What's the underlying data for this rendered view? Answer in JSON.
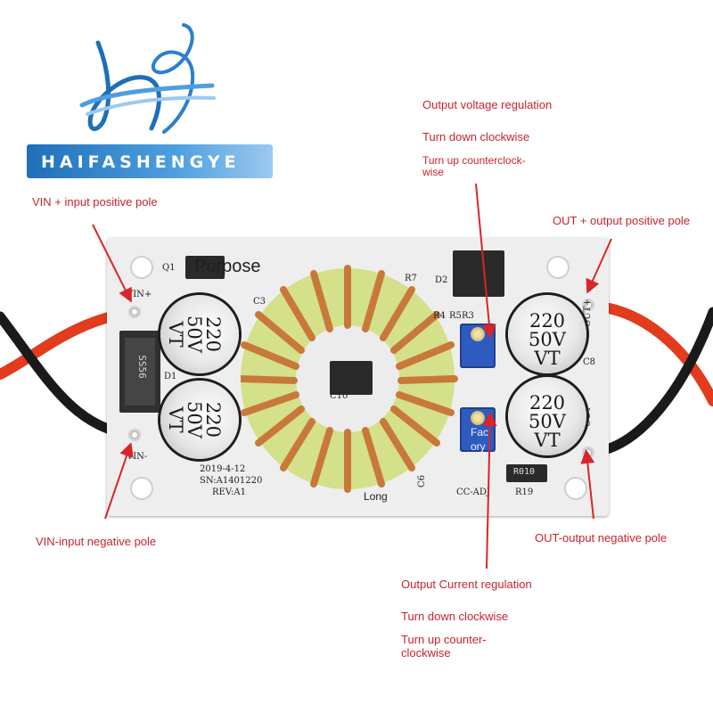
{
  "logo": {
    "brand_text": "HAIFASHENGYE",
    "color": "#2a7fd0"
  },
  "labels": {
    "vin_positive": "VIN + input positive pole",
    "vin_negative": "VIN-input negative pole",
    "out_positive": "OUT + output positive pole",
    "out_negative": "OUT-output negative pole",
    "voltage_title": "Output voltage regulation",
    "voltage_down": "Turn down clockwise",
    "voltage_up_line1": "Turn up counterclock-",
    "voltage_up_line2": "wise",
    "current_title": "Output Current regulation",
    "current_down": "Turn down clockwise",
    "current_up_line1": "Turn up counter-",
    "current_up_line2": "clockwise"
  },
  "overlay": {
    "purpose": "Purpose",
    "long": "Long",
    "factory_1": "Fac",
    "factory_2": "ory"
  },
  "board": {
    "terminals": {
      "vin_plus": "VIN+",
      "vin_minus": "VIN-",
      "out_plus": "OUT+",
      "out_minus": "OUT-"
    },
    "date": "2019-4-12",
    "serial": "SN:A1401220",
    "revision": "REV:A1",
    "cc_label": "CC-ADJ",
    "refs": {
      "q1": "Q1",
      "c3": "C3",
      "d1": "D1",
      "r7": "R7",
      "d2": "D2",
      "r5": "R5",
      "r3": "R3",
      "c8": "C8",
      "c10": "C10",
      "c6": "C6",
      "r19": "R19",
      "r4": "R4"
    },
    "capacitor": {
      "value": "220",
      "voltage": "50V",
      "series": "VT"
    },
    "shunt_resistor": "R010",
    "diode": "SS56"
  },
  "colors": {
    "annotation": "#c8242b",
    "pointer": "#d9252a",
    "wire_red": "#e23b1d",
    "wire_black": "#1a1a1a",
    "pot_blue": "#2d5bc0",
    "coil_core": "#d4e08a",
    "coil_copper": "#c8793a"
  }
}
